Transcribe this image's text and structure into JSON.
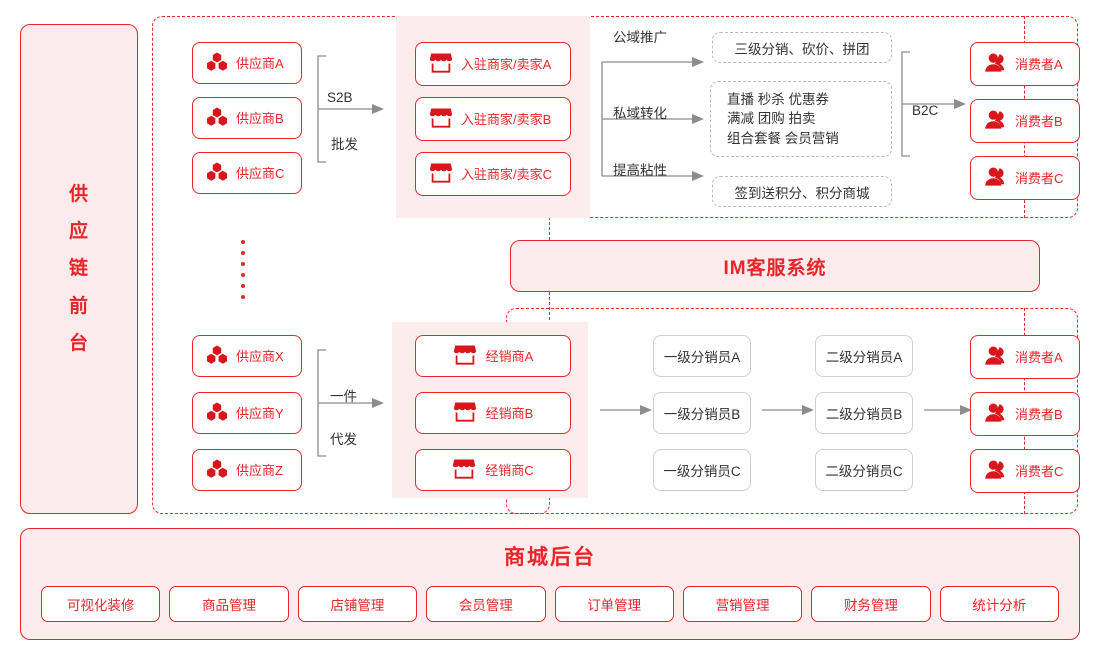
{
  "left_panel": {
    "label": "供应链前台",
    "chars": [
      "供",
      "应",
      "链",
      "前",
      "台"
    ]
  },
  "top_flow": {
    "suppliers": [
      {
        "name": "供应商A",
        "icon": "hexagon-cluster-icon"
      },
      {
        "name": "供应商B",
        "icon": "hexagon-cluster-icon"
      },
      {
        "name": "供应商C",
        "icon": "hexagon-cluster-icon"
      }
    ],
    "connector": {
      "line1": "S2B",
      "line2": "批发"
    },
    "merchants": [
      {
        "name": "入驻商家/卖家A",
        "icon": "shop-icon"
      },
      {
        "name": "入驻商家/卖家B",
        "icon": "shop-icon"
      },
      {
        "name": "入驻商家/卖家C",
        "icon": "shop-icon"
      }
    ],
    "channels": [
      {
        "label": "公域推广",
        "target": "三级分销、砍价、拼团"
      },
      {
        "label": "私域转化",
        "target": "直播 秒杀 优惠券\n满减 团购 拍卖\n组合套餐 会员营销"
      },
      {
        "label": "提高粘性",
        "target": "签到送积分、积分商城"
      }
    ],
    "marketing_lines": [
      "直播 秒杀 优惠券",
      "满减 团购 拍卖",
      "组合套餐 会员营销"
    ],
    "promo_box": "三级分销、砍价、拼团",
    "points_box": "签到送积分、积分商城",
    "b2c_label": "B2C",
    "consumers": [
      {
        "name": "消费者A",
        "icon": "user-icon"
      },
      {
        "name": "消费者B",
        "icon": "user-icon"
      },
      {
        "name": "消费者C",
        "icon": "user-icon"
      }
    ]
  },
  "im_system": {
    "label": "IM客服系统"
  },
  "bottom_flow": {
    "suppliers": [
      {
        "name": "供应商X",
        "icon": "hexagon-cluster-icon"
      },
      {
        "name": "供应商Y",
        "icon": "hexagon-cluster-icon"
      },
      {
        "name": "供应商Z",
        "icon": "hexagon-cluster-icon"
      }
    ],
    "connector": {
      "line1": "一件",
      "line2": "代发"
    },
    "dealers": [
      {
        "name": "经销商A",
        "icon": "shop-icon"
      },
      {
        "name": "经销商B",
        "icon": "shop-icon"
      },
      {
        "name": "经销商C",
        "icon": "shop-icon"
      }
    ],
    "level1": [
      "一级分销员A",
      "一级分销员B",
      "一级分销员C"
    ],
    "level2": [
      "二级分销员A",
      "二级分销员B",
      "二级分销员C"
    ],
    "consumers": [
      {
        "name": "消费者A",
        "icon": "user-icon"
      },
      {
        "name": "消费者B",
        "icon": "user-icon"
      },
      {
        "name": "消费者C",
        "icon": "user-icon"
      }
    ]
  },
  "backend": {
    "title": "商城后台",
    "items": [
      "可视化装修",
      "商品管理",
      "店铺管理",
      "会员管理",
      "订单管理",
      "营销管理",
      "财务管理",
      "统计分析"
    ]
  },
  "colors": {
    "brand_red": "#e8262a",
    "pink_fill": "#fdeced",
    "gray_line": "#8c8c8c",
    "gray_border": "#cfcfcf",
    "text_dark": "#333333"
  }
}
